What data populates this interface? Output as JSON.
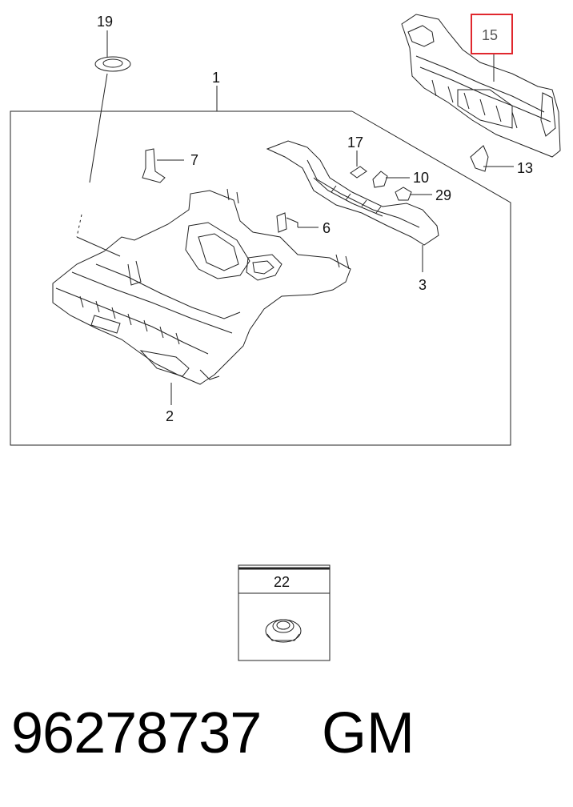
{
  "callouts": {
    "c1": "1",
    "c2": "2",
    "c3": "3",
    "c6": "6",
    "c7": "7",
    "c10": "10",
    "c13": "13",
    "c15": "15",
    "c17": "17",
    "c19": "19",
    "c22": "22",
    "c29": "29"
  },
  "highlight_color": "#e0282e",
  "footer": {
    "part_number": "96278737",
    "brand": "GM"
  }
}
